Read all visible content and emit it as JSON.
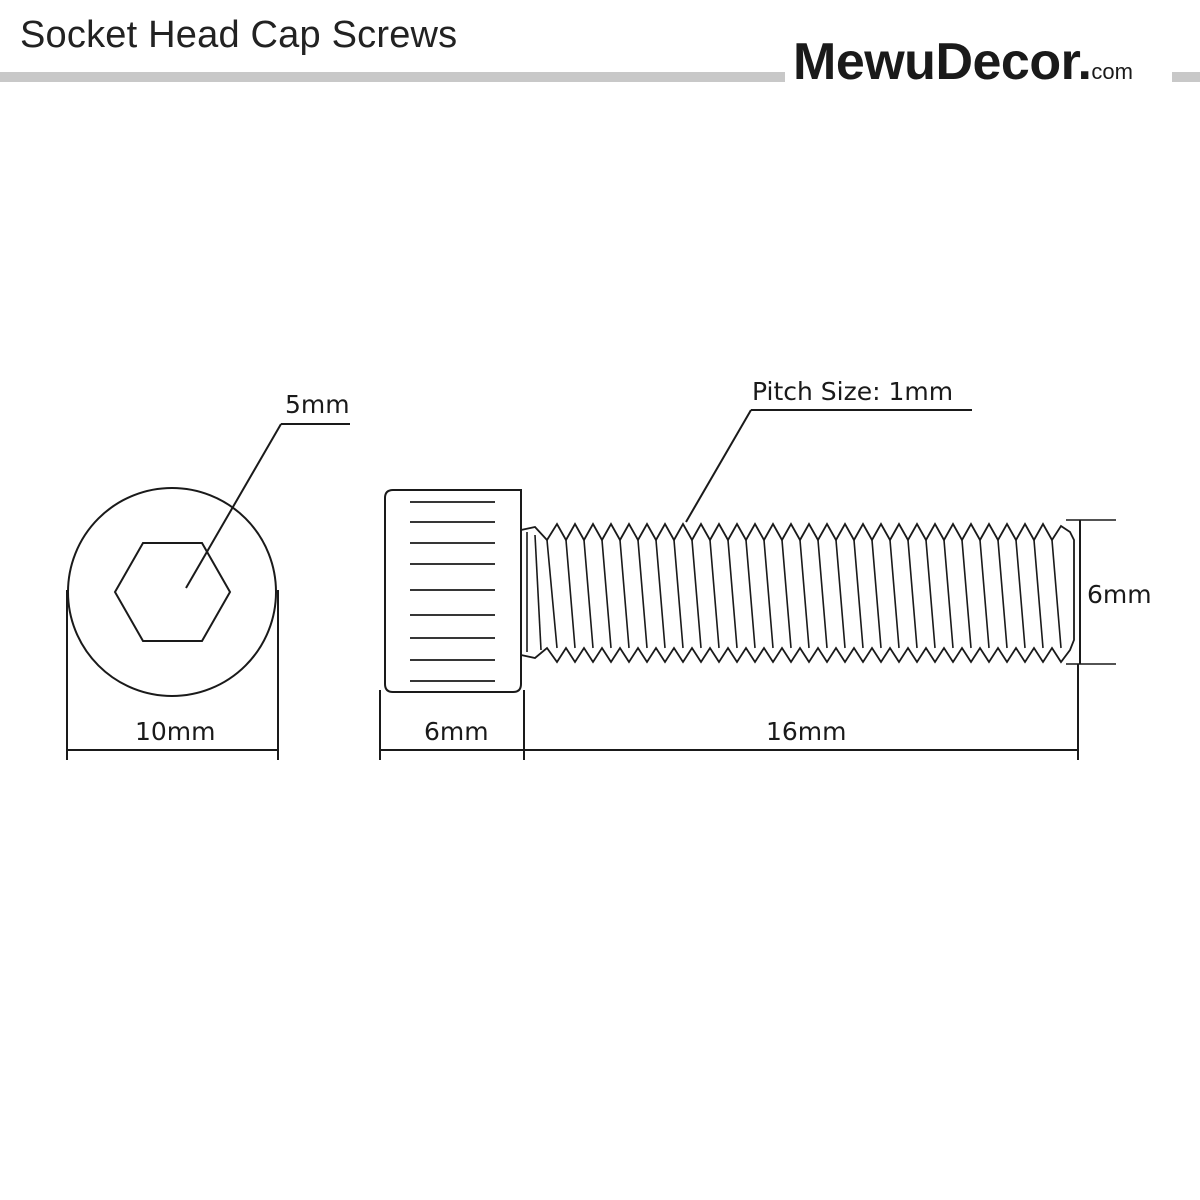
{
  "header": {
    "title": "Socket Head Cap Screws",
    "brand_name": "MewuDecor.",
    "brand_tld": "com"
  },
  "dimensions": {
    "hex_socket": "5mm",
    "head_diameter": "10mm",
    "head_length": "6mm",
    "thread_length": "16mm",
    "thread_diameter": "6mm",
    "pitch": "Pitch Size: 1mm"
  },
  "colors": {
    "line": "#1a1a1a",
    "rule": "#c8c8c8"
  }
}
